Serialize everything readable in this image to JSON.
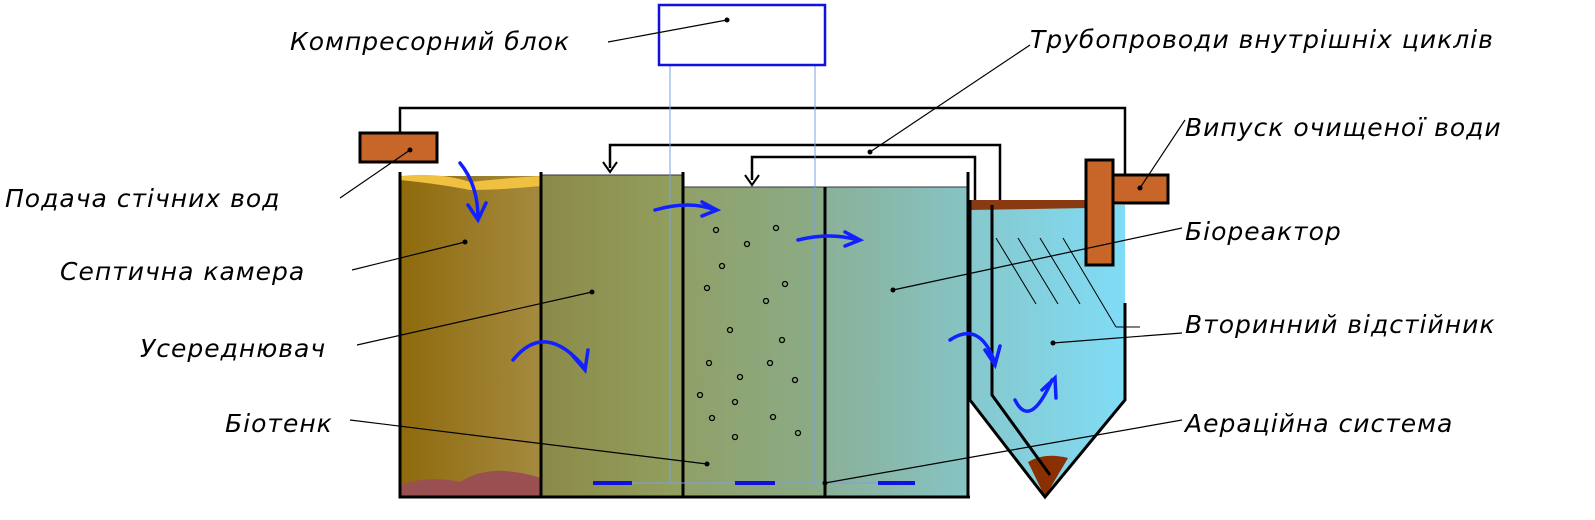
{
  "labels": {
    "compressor": "Компресорний блок",
    "pipelines": "Трубопроводи внутрішніх циклів",
    "outlet": "Випуск очищеної води",
    "inlet": "Подача стічних вод",
    "bioreactor": "Біореактор",
    "septic": "Септична камера",
    "equalizer": "Усереднювач",
    "clarifier": "Вторинний відстійник",
    "biotank": "Біотенк",
    "aeration": "Аераційна система"
  },
  "colors": {
    "pipe_fittings": "#c8662a",
    "compressor_outline": "#1010e0",
    "flow_arrows": "#1020ff",
    "clarifier_water": "#80d8f0"
  }
}
